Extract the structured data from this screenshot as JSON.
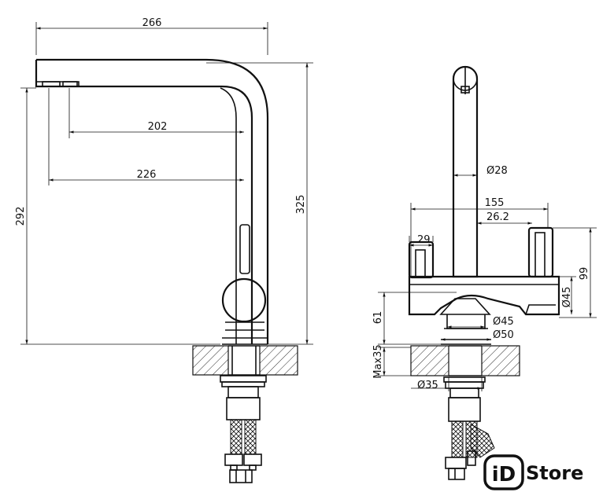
{
  "side_view": {
    "dim_width": "266",
    "dim_spout_inner": "202",
    "dim_spout_outer": "226",
    "dim_spout_height": "292",
    "dim_total_height": "325"
  },
  "front_view": {
    "dim_spout_dia": "Ø28",
    "dim_body_width": "155",
    "dim_lever_offset": "26.2",
    "dim_lever_width": "29",
    "dim_lever_height": "99",
    "dim_knob_dia": "Ø45",
    "dim_body_height": "61",
    "dim_base_dia_45": "Ø45",
    "dim_base_dia_50": "Ø50",
    "dim_counter_max": "Max35",
    "dim_hole_dia": "Ø35"
  },
  "logo": {
    "mark": "iD",
    "text": "Store"
  }
}
